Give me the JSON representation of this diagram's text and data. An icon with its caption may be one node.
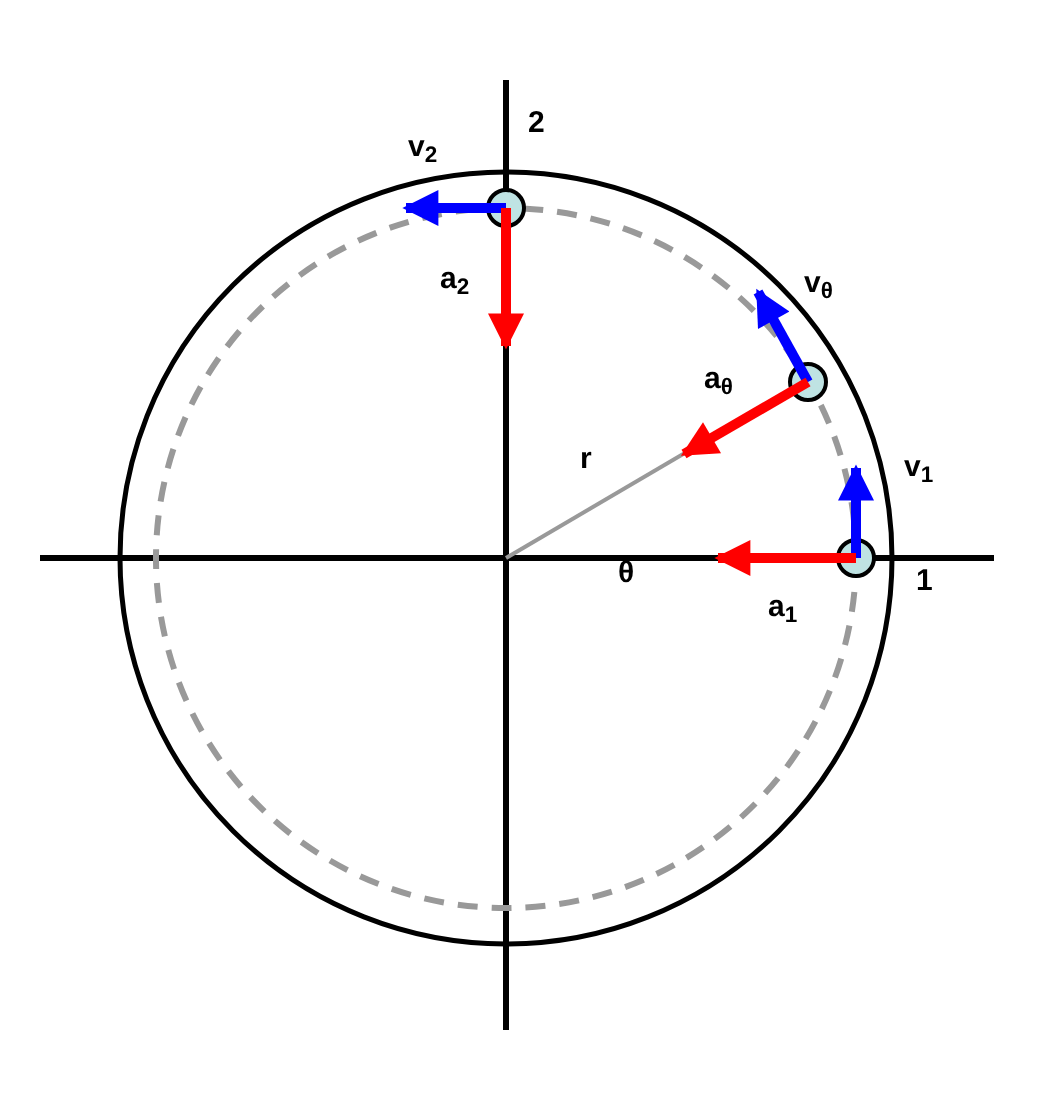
{
  "diagram": {
    "nodes": [
      {
        "text": [],
        "shape": "circle"
      },
      {
        "text": [],
        "shape": "circle"
      },
      {
        "text": [],
        "shape": "circle"
      }
    ],
    "edges": [
      {
        "from": 0,
        "to": null,
        "arrow": "to",
        "color": "#0000ff"
      },
      {
        "from": 0,
        "to": null,
        "arrow": "to",
        "color": "#ff0000"
      },
      {
        "from": 1,
        "to": null,
        "arrow": "to",
        "color": "#0000ff"
      },
      {
        "from": 1,
        "to": null,
        "arrow": "to",
        "color": "#ff0000"
      },
      {
        "from": 2,
        "to": null,
        "arrow": "to",
        "color": "#0000ff"
      },
      {
        "from": 2,
        "to": null,
        "arrow": "to",
        "color": "#ff0000"
      }
    ],
    "labels": [
      "v$_{2}$",
      "2",
      "a$_{2}$",
      "v$_{θ}$",
      "a$_{θ}$",
      "v$_{1}$",
      "r",
      "θ",
      "1",
      "a$_{1}$"
    ]
  }
}
